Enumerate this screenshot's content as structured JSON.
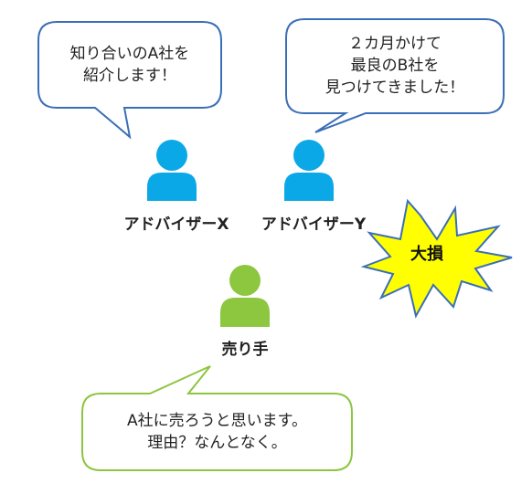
{
  "bubbles": {
    "advisor_x": {
      "lines": [
        "知り合いのA社を",
        "紹介します！"
      ],
      "border_color": "#3b6eb8"
    },
    "advisor_y": {
      "lines": [
        "２カ月かけて",
        "最良のB社を",
        "見つけてきました！"
      ],
      "border_color": "#3b6eb8"
    },
    "seller": {
      "lines": [
        "A社に売ろうと思います。",
        "理由？なんとなく。"
      ],
      "border_color": "#8cc63f"
    }
  },
  "people": {
    "advisor_x": {
      "label": "アドバイザーX",
      "icon": "person-icon",
      "color": "#0aa8e6"
    },
    "advisor_y": {
      "label": "アドバイザーY",
      "icon": "person-icon",
      "color": "#0aa8e6"
    },
    "seller": {
      "label": "売り手",
      "icon": "person-icon",
      "color": "#8dc63f"
    }
  },
  "burst": {
    "label": "大損",
    "fill": "#ffff00",
    "stroke": "#3b6eb8"
  }
}
